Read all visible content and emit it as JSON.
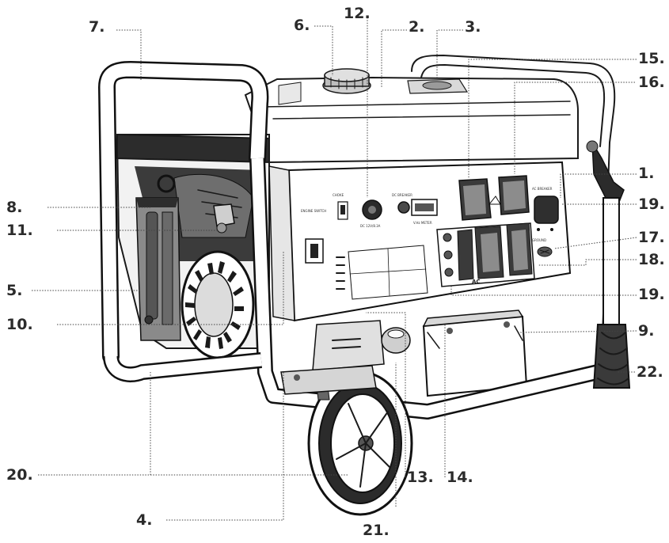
{
  "callouts": [
    {
      "id": "c1",
      "label": "1."
    },
    {
      "id": "c2",
      "label": "2."
    },
    {
      "id": "c3",
      "label": "3."
    },
    {
      "id": "c4",
      "label": "4."
    },
    {
      "id": "c5",
      "label": "5."
    },
    {
      "id": "c6",
      "label": "6."
    },
    {
      "id": "c7",
      "label": "7."
    },
    {
      "id": "c8",
      "label": "8."
    },
    {
      "id": "c9",
      "label": "9."
    },
    {
      "id": "c10",
      "label": "10."
    },
    {
      "id": "c11",
      "label": "11."
    },
    {
      "id": "c12",
      "label": "12."
    },
    {
      "id": "c13",
      "label": "13."
    },
    {
      "id": "c14",
      "label": "14."
    },
    {
      "id": "c15",
      "label": "15."
    },
    {
      "id": "c16",
      "label": "16."
    },
    {
      "id": "c17",
      "label": "17."
    },
    {
      "id": "c18",
      "label": "18."
    },
    {
      "id": "c19a",
      "label": "19."
    },
    {
      "id": "c19b",
      "label": "19."
    },
    {
      "id": "c20",
      "label": "20."
    },
    {
      "id": "c21",
      "label": "21."
    },
    {
      "id": "c22",
      "label": "22."
    }
  ],
  "panel": {
    "engine_switch": "ENGINE SWITCH",
    "choke": "CHOKE",
    "dc_socket": "DC 12V/8.3A",
    "dc_breaker": "DC BREAKER",
    "hour_meter": "V.Hz METER",
    "ac_breaker": "AC BREAKER",
    "ground": "GROUND",
    "ac": "AC"
  }
}
